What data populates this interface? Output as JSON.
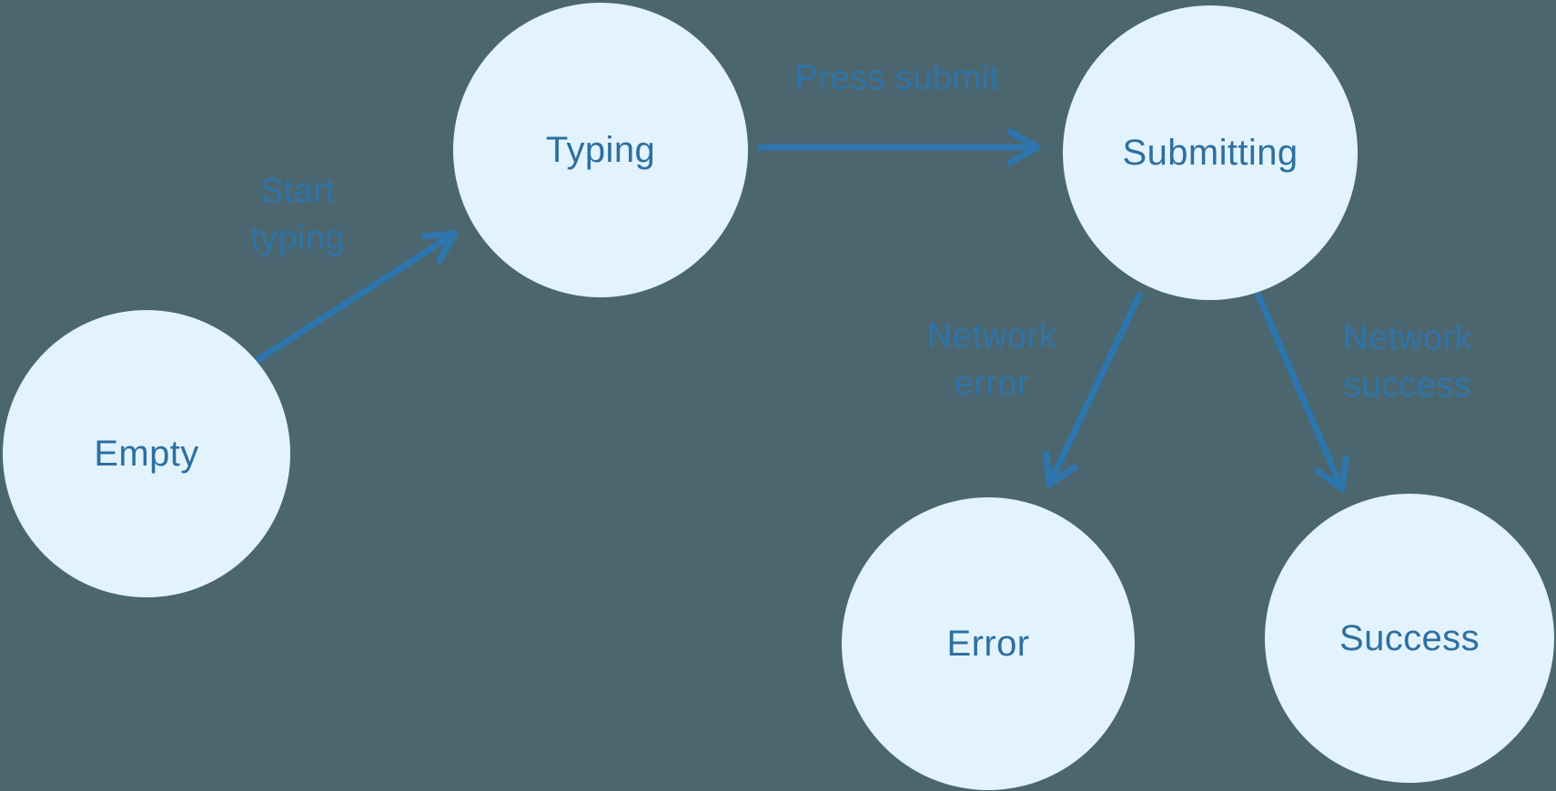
{
  "states": [
    {
      "id": "empty",
      "label": "Empty"
    },
    {
      "id": "typing",
      "label": "Typing"
    },
    {
      "id": "submitting",
      "label": "Submitting"
    },
    {
      "id": "error",
      "label": "Error"
    },
    {
      "id": "success",
      "label": "Success"
    }
  ],
  "transitions": [
    {
      "from": "empty",
      "to": "typing",
      "label": "Start typing",
      "label_lines": [
        "Start",
        "typing"
      ]
    },
    {
      "from": "typing",
      "to": "submitting",
      "label": "Press submit",
      "label_lines": [
        "Press submit"
      ]
    },
    {
      "from": "submitting",
      "to": "error",
      "label": "Network error",
      "label_lines": [
        "Network",
        "error"
      ]
    },
    {
      "from": "submitting",
      "to": "success",
      "label": "Network success",
      "label_lines": [
        "Network",
        "success"
      ]
    }
  ],
  "colors": {
    "background": "#4c666f",
    "node_fill": "#e3f3fd",
    "node_text": "#2d6fa1",
    "edge_label": "#2e74a9",
    "arrow": "#2d76ad"
  }
}
